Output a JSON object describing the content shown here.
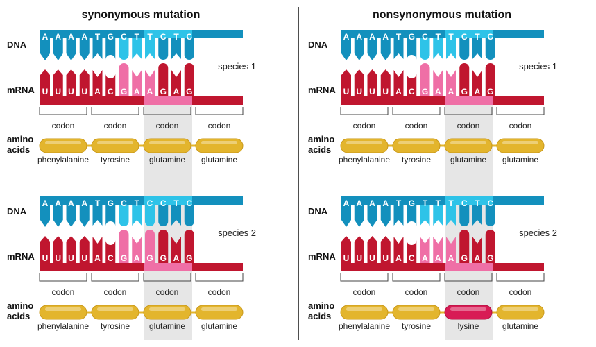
{
  "colors": {
    "dna": "#1390bd",
    "dna_highlight": "#2ec3e8",
    "mrna": "#c0162f",
    "mrna_highlight": "#ef6fa6",
    "amino": "#e3b52d",
    "amino_changed": "#d81b55",
    "highlight_band": "#e6e6e6"
  },
  "row_labels": {
    "dna": "DNA",
    "mrna": "mRNA",
    "amino_line1": "amino",
    "amino_line2": "acids"
  },
  "codon_label": "codon",
  "panels": [
    {
      "title": "synonymous mutation",
      "species": [
        {
          "label": "species 1",
          "dna": [
            "A",
            "A",
            "A",
            "A",
            "T",
            "G",
            "C",
            "T",
            "T",
            "C",
            "T",
            "C"
          ],
          "mrna": [
            "U",
            "U",
            "U",
            "U",
            "A",
            "C",
            "G",
            "A",
            "A",
            "G",
            "A",
            "G"
          ],
          "amino_acids": [
            "phenylalanine",
            "tyrosine",
            "glutamine",
            "glutamine"
          ],
          "changed_amino": []
        },
        {
          "label": "species 2",
          "dna": [
            "A",
            "A",
            "A",
            "A",
            "T",
            "G",
            "C",
            "T",
            "C",
            "C",
            "T",
            "C"
          ],
          "mrna": [
            "U",
            "U",
            "U",
            "U",
            "A",
            "C",
            "G",
            "A",
            "G",
            "G",
            "A",
            "G"
          ],
          "amino_acids": [
            "phenylalanine",
            "tyrosine",
            "glutamine",
            "glutamine"
          ],
          "changed_amino": []
        }
      ]
    },
    {
      "title": "nonsynonymous mutation",
      "species": [
        {
          "label": "species 1",
          "dna": [
            "A",
            "A",
            "A",
            "A",
            "T",
            "G",
            "C",
            "T",
            "T",
            "C",
            "T",
            "C"
          ],
          "mrna": [
            "U",
            "U",
            "U",
            "U",
            "A",
            "C",
            "G",
            "A",
            "A",
            "G",
            "A",
            "G"
          ],
          "amino_acids": [
            "phenylalanine",
            "tyrosine",
            "glutamine",
            "glutamine"
          ],
          "changed_amino": []
        },
        {
          "label": "species 2",
          "dna": [
            "A",
            "A",
            "A",
            "A",
            "T",
            "G",
            "T",
            "T",
            "T",
            "C",
            "T",
            "C"
          ],
          "mrna": [
            "U",
            "U",
            "U",
            "U",
            "A",
            "C",
            "A",
            "A",
            "A",
            "G",
            "A",
            "G"
          ],
          "amino_acids": [
            "phenylalanine",
            "tyrosine",
            "lysine",
            "glutamine"
          ],
          "changed_amino": [
            2
          ]
        }
      ]
    }
  ],
  "highlighted_codon": 2
}
